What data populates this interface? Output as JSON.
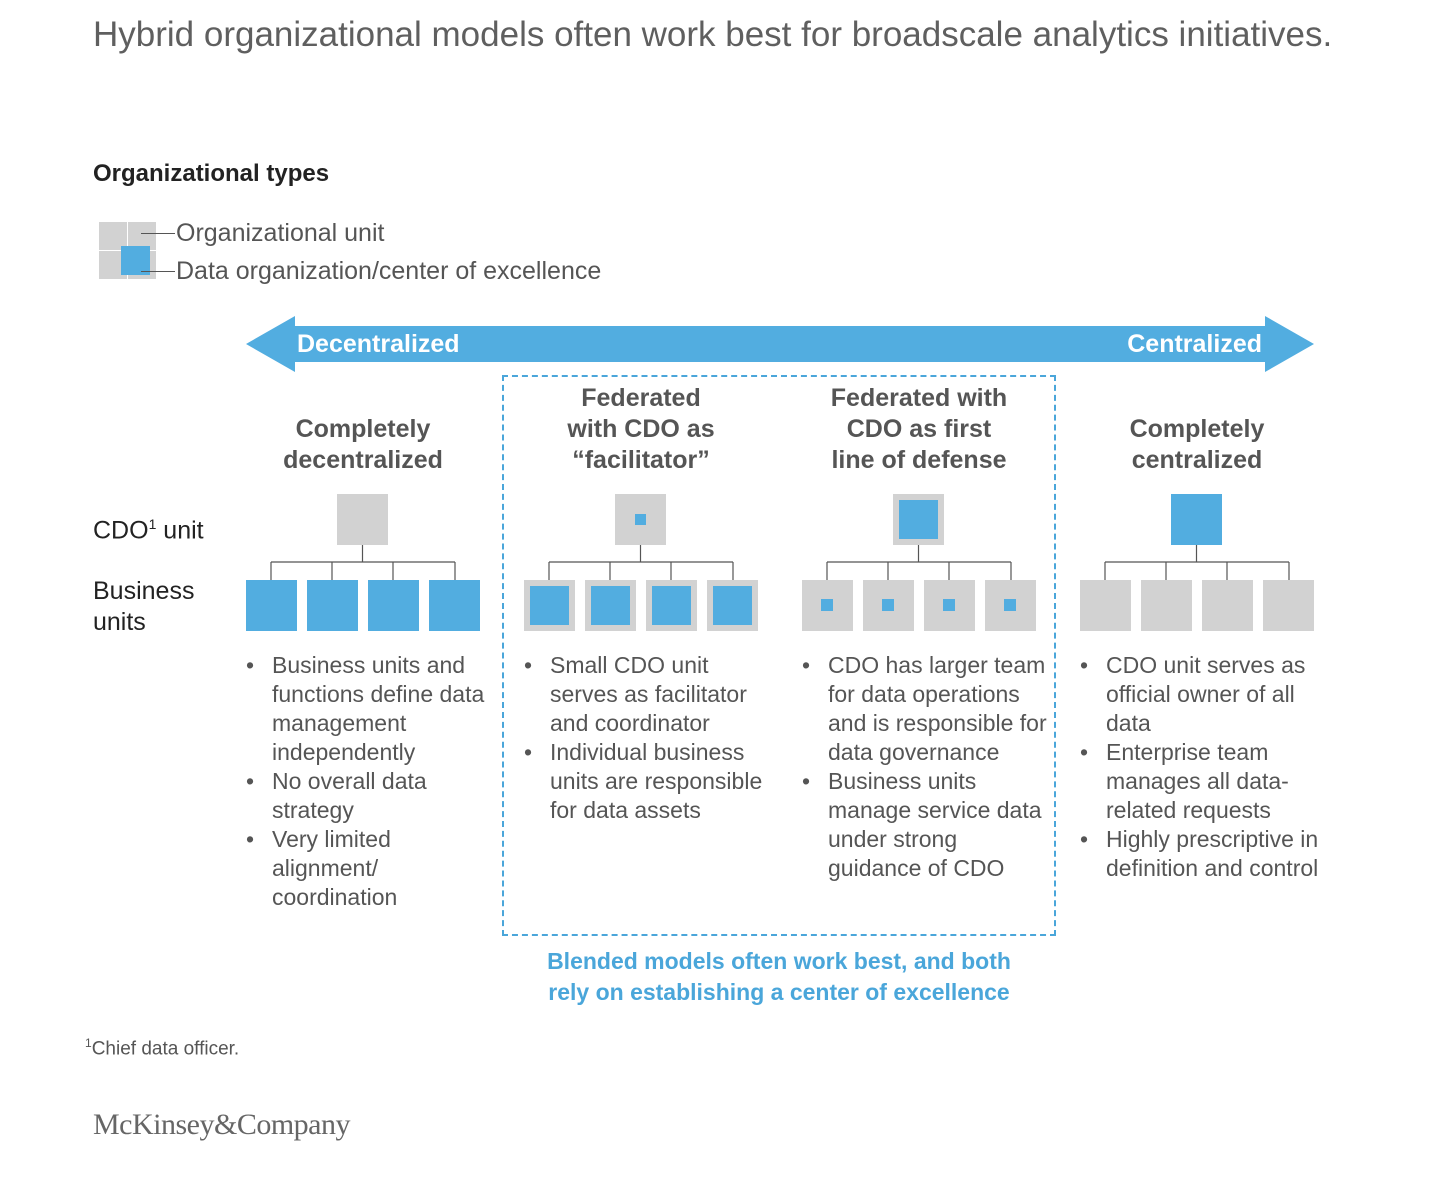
{
  "title": "Hybrid organizational models often work best for broadscale analytics initiatives.",
  "section_heading": "Organizational types",
  "legend": {
    "unit": "Organizational unit",
    "data_org": "Data organization/center of excellence"
  },
  "spectrum": {
    "left": "Decentralized",
    "right": "Centralized"
  },
  "row_labels": {
    "cdo_prefix": "CDO",
    "cdo_sup": "1",
    "cdo_suffix": " unit",
    "business_line1": "Business",
    "business_line2": "units"
  },
  "columns": [
    {
      "heading": [
        "Completely",
        "decentralized"
      ],
      "bullets": [
        "Business units and functions define data management independently",
        "No overall data strategy",
        "Very limited alignment/ coordination"
      ]
    },
    {
      "heading": [
        "Federated",
        "with CDO as",
        "“facilitator”"
      ],
      "bullets": [
        "Small CDO unit serves as facilitator and coordinator",
        "Individual business units are responsible for data assets"
      ]
    },
    {
      "heading": [
        "Federated with",
        "CDO as first",
        "line of defense"
      ],
      "bullets": [
        "CDO has larger team for data operations and is responsible for data governance",
        "Business units manage service data under strong guidance of CDO"
      ]
    },
    {
      "heading": [
        "Completely",
        "centralized"
      ],
      "bullets": [
        "CDO unit serves as official owner of all data",
        "Enterprise team manages all data-related requests",
        "Highly prescriptive in definition and control"
      ]
    }
  ],
  "blend_note": [
    "Blended models often work best, and both",
    "rely on establishing a center of excellence"
  ],
  "footnote": {
    "sup": "1",
    "text": "Chief data officer."
  },
  "logo": "McKinsey&Company",
  "colors": {
    "blue": "#52ade0",
    "gray": "#d2d2d2",
    "line": "#555555",
    "dash": "#4aa6da"
  }
}
